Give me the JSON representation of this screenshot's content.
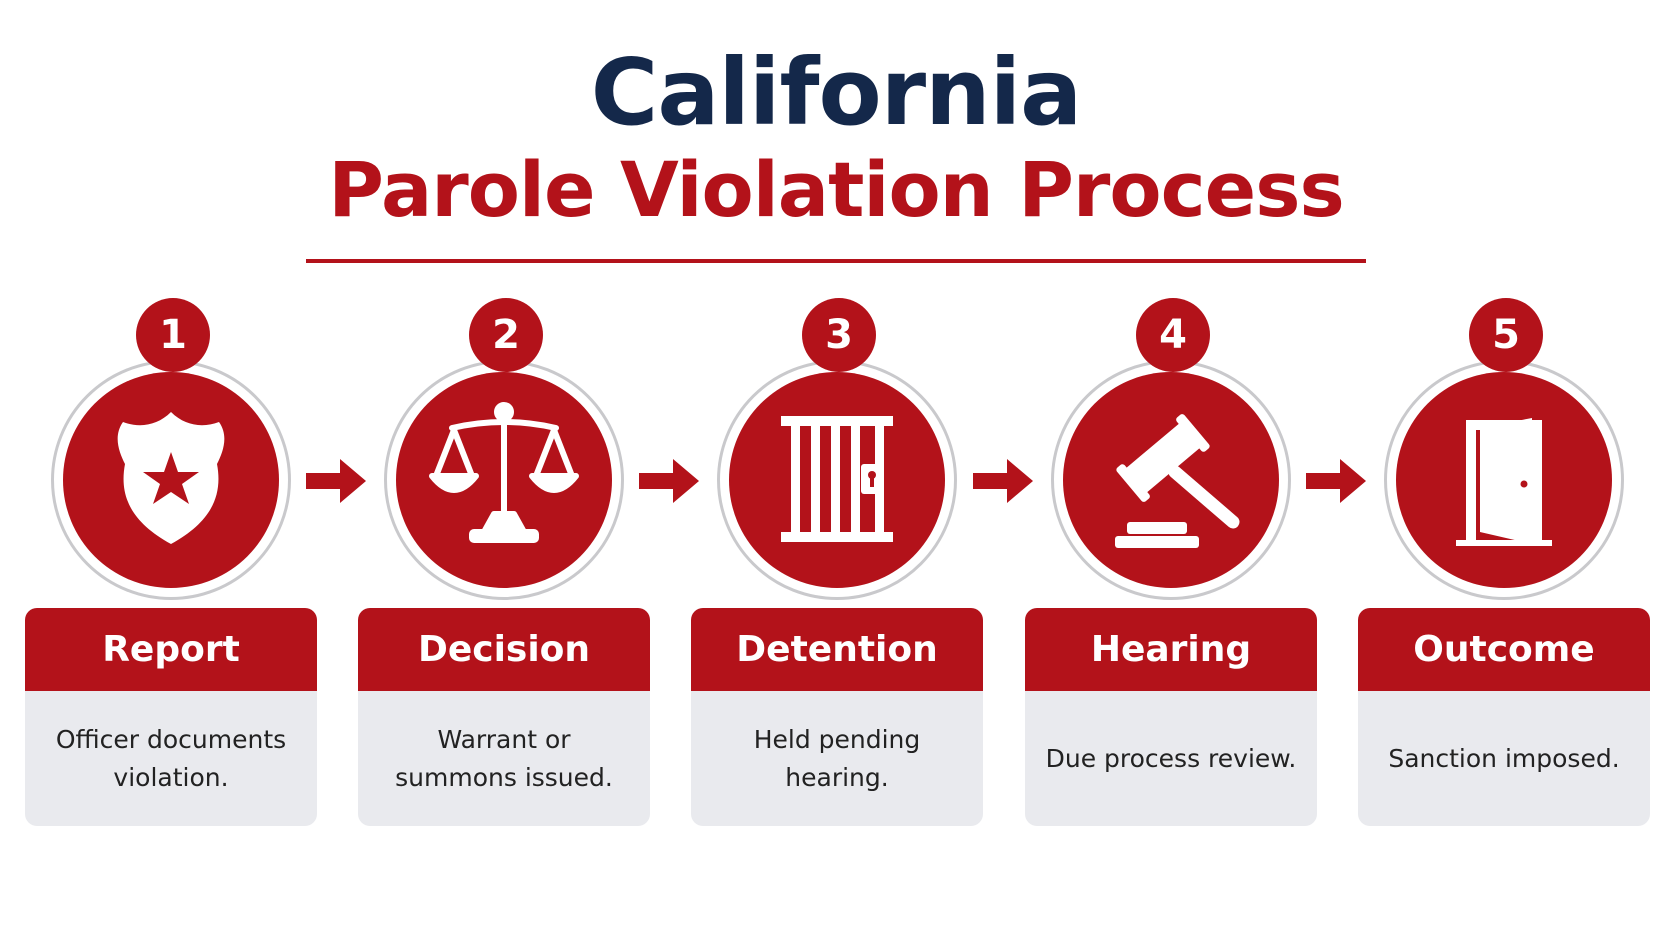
{
  "title": {
    "line1": "California",
    "line2": "Parole Violation Process"
  },
  "steps": [
    {
      "number": "1",
      "label": "Report",
      "description": "Officer documents violation.",
      "icon": "police-badge-icon"
    },
    {
      "number": "2",
      "label": "Decision",
      "description": "Warrant or summons issued.",
      "icon": "scales-of-justice-icon"
    },
    {
      "number": "3",
      "label": "Detention",
      "description": "Held pending hearing.",
      "icon": "jail-cell-icon"
    },
    {
      "number": "4",
      "label": "Hearing",
      "description": "Due process review.",
      "icon": "gavel-icon"
    },
    {
      "number": "5",
      "label": "Outcome",
      "description": "Sanction imposed.",
      "icon": "open-door-icon"
    }
  ],
  "colors": {
    "accent_red": "#b3121a",
    "title_navy": "#14284a",
    "card_gray": "#e9eaee"
  }
}
